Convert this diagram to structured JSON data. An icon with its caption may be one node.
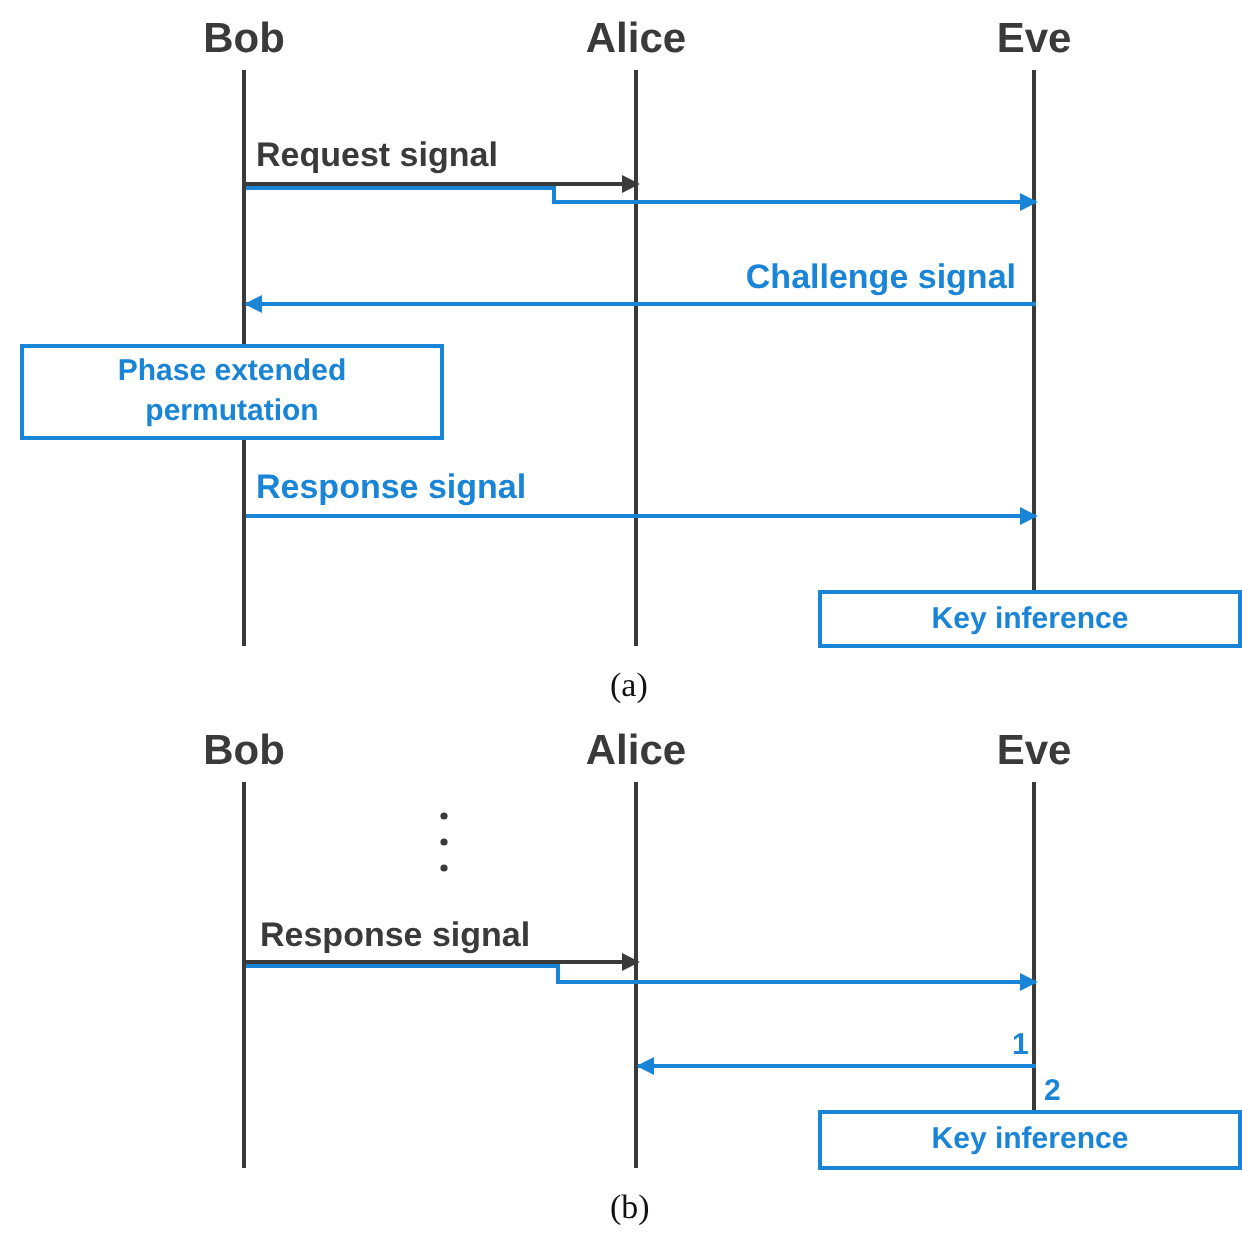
{
  "diagram": {
    "nodes": [
      {
        "text": [
          "Bob"
        ]
      },
      {
        "text": [
          "Alice"
        ]
      },
      {
        "text": [
          "Eve"
        ]
      },
      {
        "text": [
          "Phase extended permutation"
        ]
      },
      {
        "text": [
          "Key inference"
        ]
      },
      {
        "text": [
          "Bob"
        ]
      },
      {
        "text": [
          "Alice"
        ]
      },
      {
        "text": [
          "Eve"
        ]
      },
      {
        "text": [
          "Key inference"
        ]
      }
    ],
    "edges": [
      {
        "from": 0,
        "to": 1,
        "arrow": "to",
        "label": "Request signal",
        "color": "#3a3a3a"
      },
      {
        "from": 0,
        "to": 2,
        "arrow": "to"
      },
      {
        "from": 2,
        "to": 0,
        "arrow": "to",
        "label": "Challenge signal"
      },
      {
        "from": 0,
        "to": 2,
        "arrow": "to",
        "label": "Response signal"
      },
      {
        "from": 5,
        "to": 6,
        "arrow": "to",
        "label": "Response signal",
        "color": "#3a3a3a"
      },
      {
        "from": 5,
        "to": 7,
        "arrow": "to"
      },
      {
        "from": 7,
        "to": 6,
        "arrow": "to"
      }
    ],
    "labels": [
      "(a)",
      "1",
      "2",
      "(b)"
    ]
  }
}
